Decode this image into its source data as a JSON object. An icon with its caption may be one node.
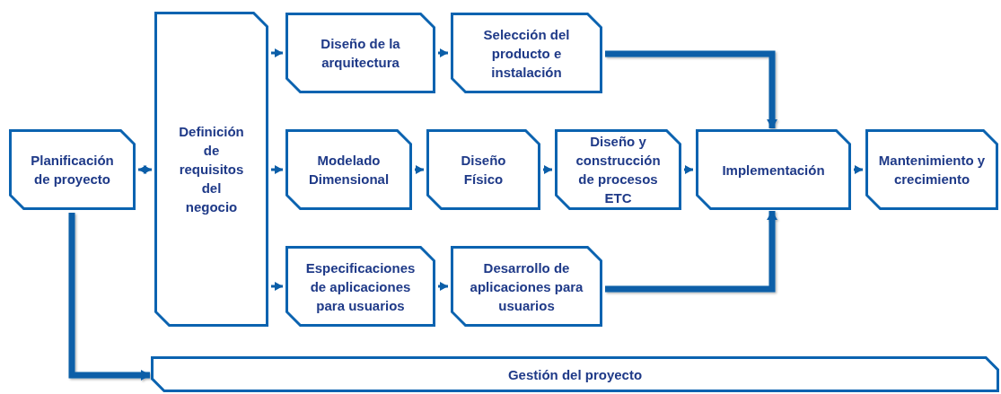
{
  "diagram": {
    "nodes": [
      {
        "text": [
          "Planificación de proyecto"
        ]
      },
      {
        "text": [
          "Definición de requisitos del negocio"
        ]
      },
      {
        "text": [
          "Diseño de la arquitectura"
        ]
      },
      {
        "text": [
          "Selección del producto e instalación"
        ]
      },
      {
        "text": [
          "Modelado Dimensional"
        ]
      },
      {
        "text": [
          "Diseño Físico"
        ]
      },
      {
        "text": [
          "Diseño y construcción de procesos ETC"
        ]
      },
      {
        "text": [
          "Implementación"
        ]
      },
      {
        "text": [
          "Mantenimiento y crecimiento"
        ]
      },
      {
        "text": [
          "Especificaciones de aplicaciones para usuarios"
        ]
      },
      {
        "text": [
          "Desarrollo de aplicaciones para usuarios"
        ]
      },
      {
        "text": [
          "Gestión del proyecto"
        ]
      }
    ],
    "edges": [
      {
        "from": 0,
        "to": 1,
        "arrow": "both"
      },
      {
        "from": 1,
        "to": 2,
        "arrow": "to"
      },
      {
        "from": 1,
        "to": 4,
        "arrow": "to"
      },
      {
        "from": 1,
        "to": 9,
        "arrow": "to"
      },
      {
        "from": 2,
        "to": 3,
        "arrow": "to"
      },
      {
        "from": 4,
        "to": 5,
        "arrow": "to"
      },
      {
        "from": 5,
        "to": 6,
        "arrow": "to"
      },
      {
        "from": 6,
        "to": 7,
        "arrow": "to"
      },
      {
        "from": 7,
        "to": 8,
        "arrow": "to"
      },
      {
        "from": 9,
        "to": 10,
        "arrow": "to"
      },
      {
        "from": 3,
        "to": 7,
        "arrow": "to",
        "style": "thick"
      },
      {
        "from": 10,
        "to": 7,
        "arrow": "to",
        "style": "thick"
      },
      {
        "from": 0,
        "to": 11,
        "arrow": "to",
        "style": "thick"
      }
    ]
  }
}
